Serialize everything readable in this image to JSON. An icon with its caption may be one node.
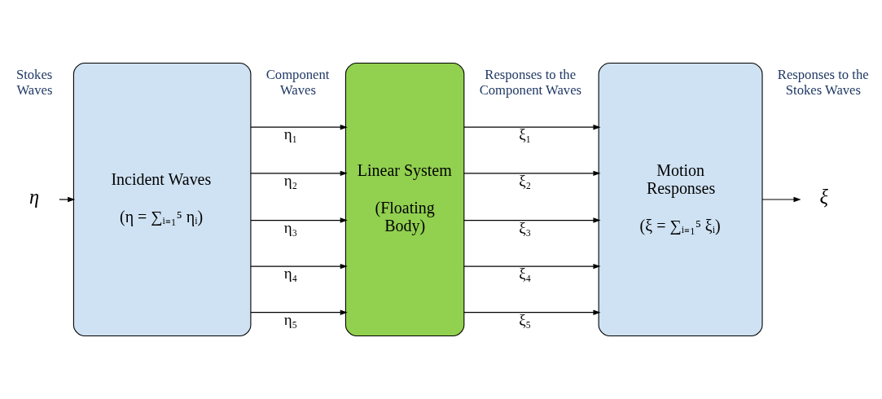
{
  "diagram": {
    "nodes": [
      {
        "text": [
          "η"
        ]
      },
      {
        "text": [
          "Incident Waves",
          "(η = ∑ᵢ₌₁⁵ ηᵢ)"
        ]
      },
      {
        "text": [
          "Linear System",
          "(Floating Body)"
        ]
      },
      {
        "text": [
          "Motion Responses",
          "(ξ = ∑ᵢ₌₁⁵ ξᵢ)"
        ]
      },
      {
        "text": [
          "ξ"
        ]
      }
    ],
    "edges": [
      {
        "from": 0,
        "to": 1,
        "arrow": "to"
      },
      {
        "from": 1,
        "to": 2,
        "arrow": "to",
        "label": "η₁"
      },
      {
        "from": 1,
        "to": 2,
        "arrow": "to",
        "label": "η₂"
      },
      {
        "from": 1,
        "to": 2,
        "arrow": "to",
        "label": "η₃"
      },
      {
        "from": 1,
        "to": 2,
        "arrow": "to",
        "label": "η₄"
      },
      {
        "from": 1,
        "to": 2,
        "arrow": "to",
        "label": "η₅"
      },
      {
        "from": 2,
        "to": 3,
        "arrow": "to",
        "label": "ξ₁"
      },
      {
        "from": 2,
        "to": 3,
        "arrow": "to",
        "label": "ξ₂"
      },
      {
        "from": 2,
        "to": 3,
        "arrow": "to",
        "label": "ξ₃"
      },
      {
        "from": 2,
        "to": 3,
        "arrow": "to",
        "label": "ξ₄"
      },
      {
        "from": 2,
        "to": 3,
        "arrow": "to",
        "label": "ξ₅"
      },
      {
        "from": 3,
        "to": 4,
        "arrow": "to"
      }
    ],
    "labels": [
      "Stokes Waves",
      "Component Waves",
      "Responses to the Component Waves",
      "Responses to the Stokes Waves"
    ]
  }
}
